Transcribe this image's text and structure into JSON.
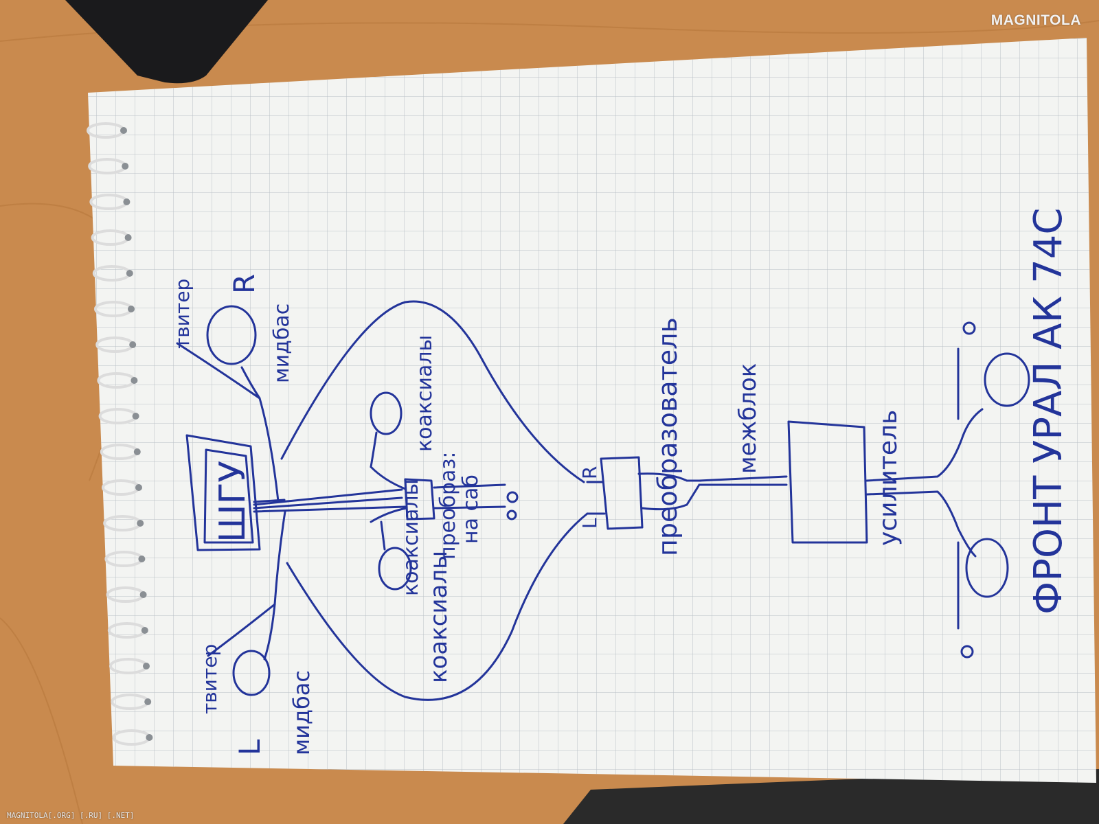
{
  "diagram": {
    "labels": {
      "hu": "ШГУ",
      "L_channel": "L",
      "R_channel": "R",
      "tweeter_left": "твитер",
      "midbass_left": "мидбас",
      "tweeter_right": "твитер",
      "midbass_right": "мидбас",
      "coax_upper": "коаксиалы",
      "coax_lower": "коаксиалы",
      "coax_big": "коаксиалы",
      "converter_small": "преобраз:",
      "converter_small_sub": "на саб",
      "amp_L": "L",
      "amp_R": "R",
      "converter": "преобразователь",
      "interblock": "межблок",
      "amplifier": "усилитель",
      "front": "ФРОНТ УРАЛ АК 74С"
    }
  },
  "watermark": {
    "logo": "MAGNITOLA",
    "footer": "MAGNITOLA[.ORG] [.RU] [.NET]"
  }
}
